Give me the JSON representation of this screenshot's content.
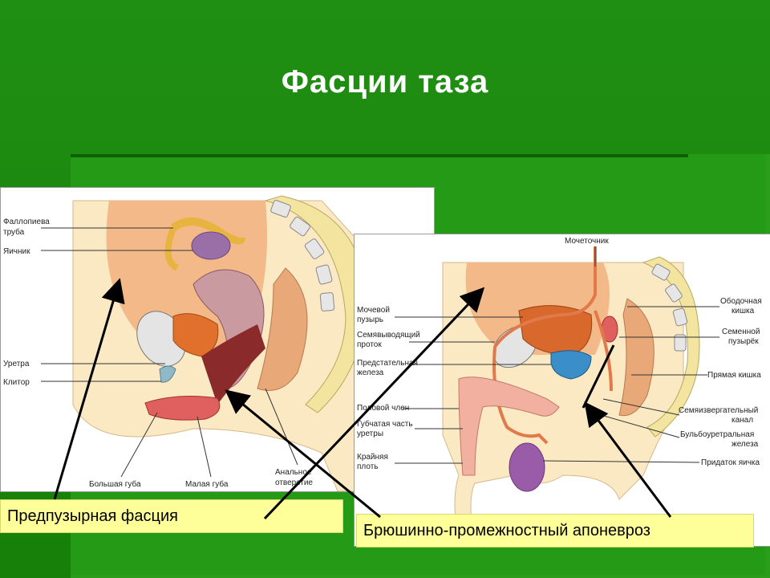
{
  "title": "Фасции таза",
  "female": {
    "labels": {
      "fallopian": "Фаллопиева труба",
      "ovary": "Яичник",
      "urethra": "Уретра",
      "clitoris": "Клитор",
      "labia_major": "Большая губа",
      "labia_minor": "Малая губа",
      "anal": "Анальное отверстие"
    }
  },
  "male": {
    "labels": {
      "ureter": "Мочеточник",
      "bladder": "Мочевой пузырь",
      "vas": "Семявыводящий проток",
      "prostate": "Предстательная железа",
      "penis": "Половой член",
      "spongy": "Губчатая часть уретры",
      "foreskin": "Крайняя плоть",
      "colon": "Ободочная кишка",
      "vesicle": "Семенной пузырёк",
      "rectum": "Прямая кишка",
      "ejac": "Семяизвергательный канал",
      "bulbo": "Бульбоуретральная железа",
      "epid": "Придаток яичка"
    }
  },
  "captions": {
    "left": "Предпузырная фасция",
    "right": "Брюшинно-промежностный апоневроз"
  }
}
